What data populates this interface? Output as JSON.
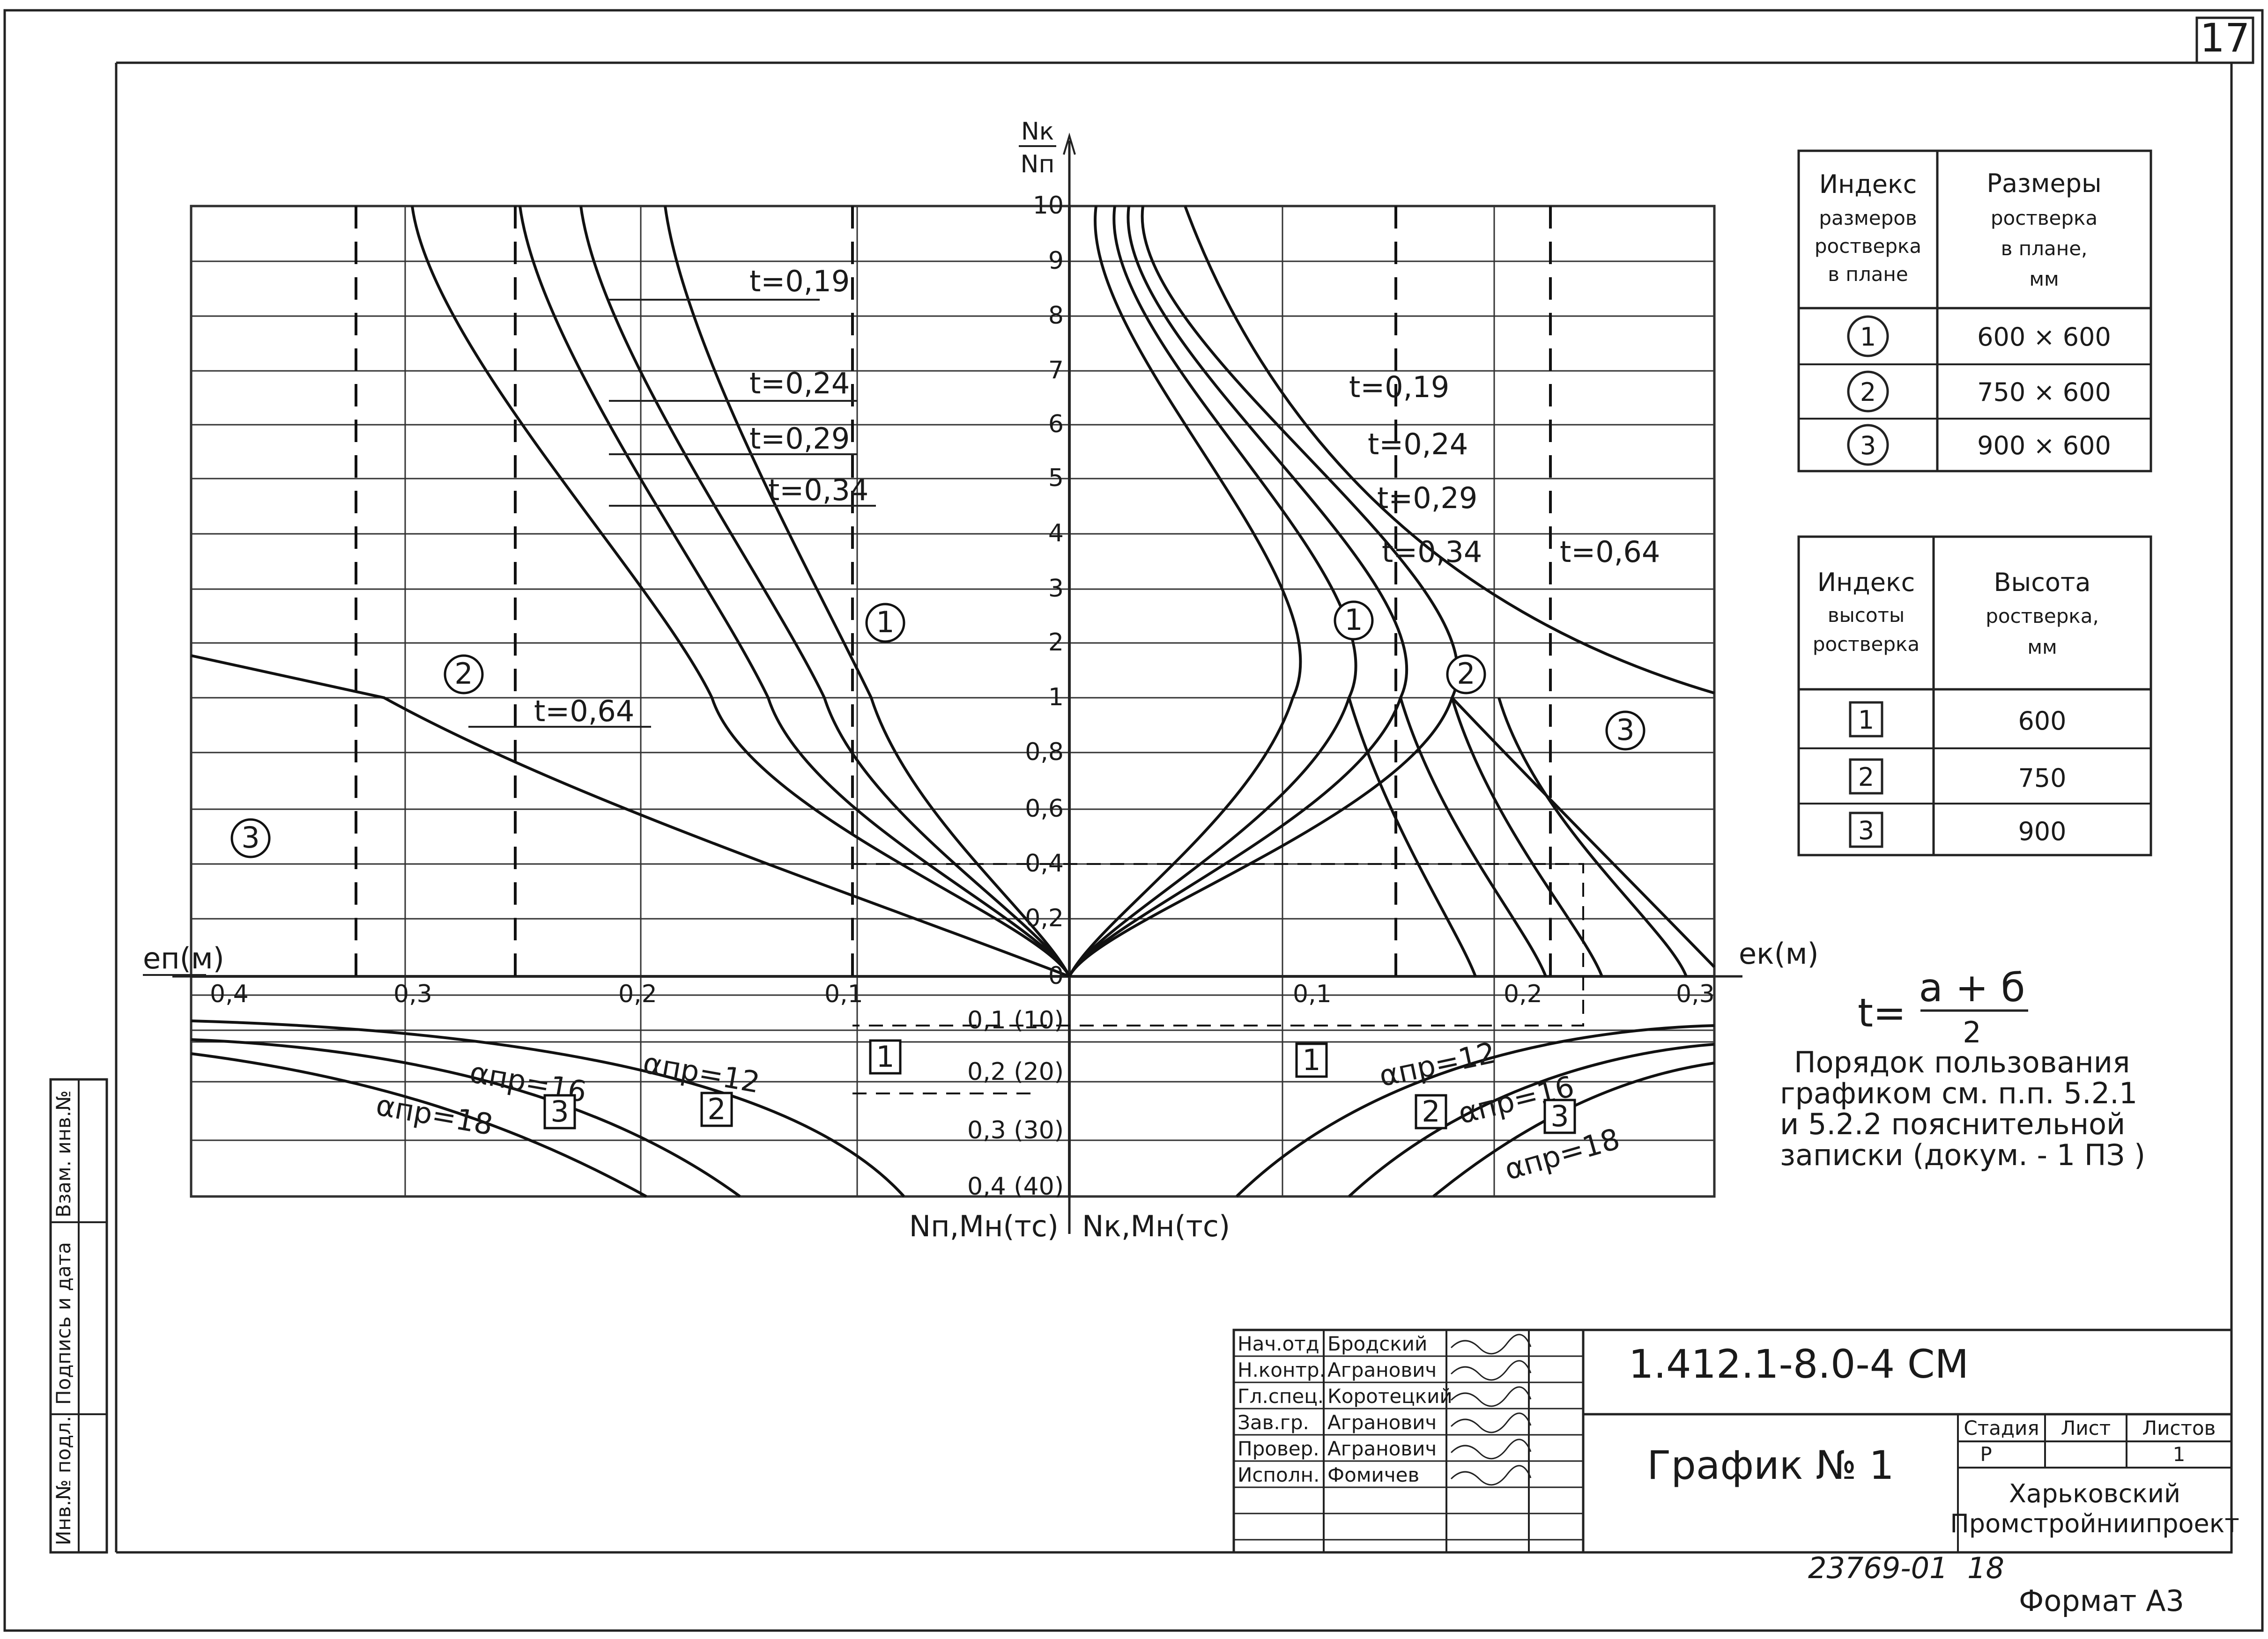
{
  "sheet": {
    "sheet_number": "17",
    "doc_code": "1.412.1-8.0-4 СМ",
    "title": "График № 1",
    "org_line1": "Харьковский",
    "org_line2": "Промстройниипроект",
    "archive_no": "23769-01",
    "archive_sheet": "18",
    "format": "Формат А3"
  },
  "left_strip": {
    "inv_orig": "Инв.№ подл.",
    "sign_date": "Подпись и дата",
    "vzam_inv": "Взам. инв.№"
  },
  "stamp": {
    "stage_header": "Стадия",
    "sheet_header": "Лист",
    "sheets_header": "Листов",
    "stage": "Р",
    "sheets": "1",
    "rows": [
      {
        "role": "Нач.отд",
        "name": "Бродский"
      },
      {
        "role": "Н.контр.",
        "name": "Агранович"
      },
      {
        "role": "Гл.спец.",
        "name": "Коротецкий"
      },
      {
        "role": "Зав.гр.",
        "name": "Агранович"
      },
      {
        "role": "Провер.",
        "name": "Агранович"
      },
      {
        "role": "Исполн.",
        "name": "Фомичев"
      }
    ]
  },
  "plan_table": {
    "h1": [
      "Индекс",
      "размеров",
      "ростверка",
      "в плане"
    ],
    "h2": [
      "Размеры",
      "ростверка",
      "в плане,",
      "мм"
    ],
    "rows": [
      {
        "idx": "1",
        "val": "600 × 600"
      },
      {
        "idx": "2",
        "val": "750 × 600"
      },
      {
        "idx": "3",
        "val": "900 × 600"
      }
    ]
  },
  "height_table": {
    "h1": [
      "Индекс",
      "высоты",
      "ростверка"
    ],
    "h2": [
      "Высота",
      "ростверка,",
      "мм"
    ],
    "rows": [
      {
        "idx": "1",
        "val": "600"
      },
      {
        "idx": "2",
        "val": "750"
      },
      {
        "idx": "3",
        "val": "900"
      }
    ]
  },
  "formula": {
    "lhs": "t=",
    "num": "a + б",
    "den": "2"
  },
  "note": [
    "Порядок пользования",
    "графиком см. п.п. 5.2.1",
    "и 5.2.2 пояснительной",
    "записки (докум. - 1 ПЗ )"
  ],
  "diagram": {
    "y_axis_num": "Nк",
    "y_axis_den": "Nп",
    "x_left_label": "eп(м)",
    "x_right_label": "eк(м)",
    "bottom_left_label": "Nп,Мн(тс)",
    "bottom_right_label": "Nк,Мн(тс)",
    "upper_ticks": [
      "10",
      "9",
      "8",
      "7",
      "6",
      "5",
      "4",
      "3",
      "2",
      "1",
      "0,8",
      "0,6",
      "0,4",
      "0,2",
      "0"
    ],
    "lower_ticks": [
      "0,1 (10)",
      "0,2 (20)",
      "0,3 (30)",
      "0,4 (40)"
    ],
    "x_ticks_left": [
      "0,4",
      "0,3",
      "0,2",
      "0,1"
    ],
    "x_ticks_right": [
      "0,1",
      "0,2",
      "0,3"
    ],
    "t_labels_left": [
      "t=0,19",
      "t=0,24",
      "t=0,29",
      "t=0,34",
      "t=0,64"
    ],
    "t_labels_right": [
      "t=0,19",
      "t=0,24",
      "t=0,29",
      "t=0,34",
      "t=0,64"
    ],
    "alpha_labels_left": [
      "αпр=12",
      "αпр=16",
      "αпр=18"
    ],
    "alpha_labels_right": [
      "αпр=12",
      "αпр=16",
      "αпр=18"
    ],
    "zone_plan": [
      "1",
      "2",
      "3"
    ],
    "zone_height": [
      "1",
      "2",
      "3"
    ]
  }
}
